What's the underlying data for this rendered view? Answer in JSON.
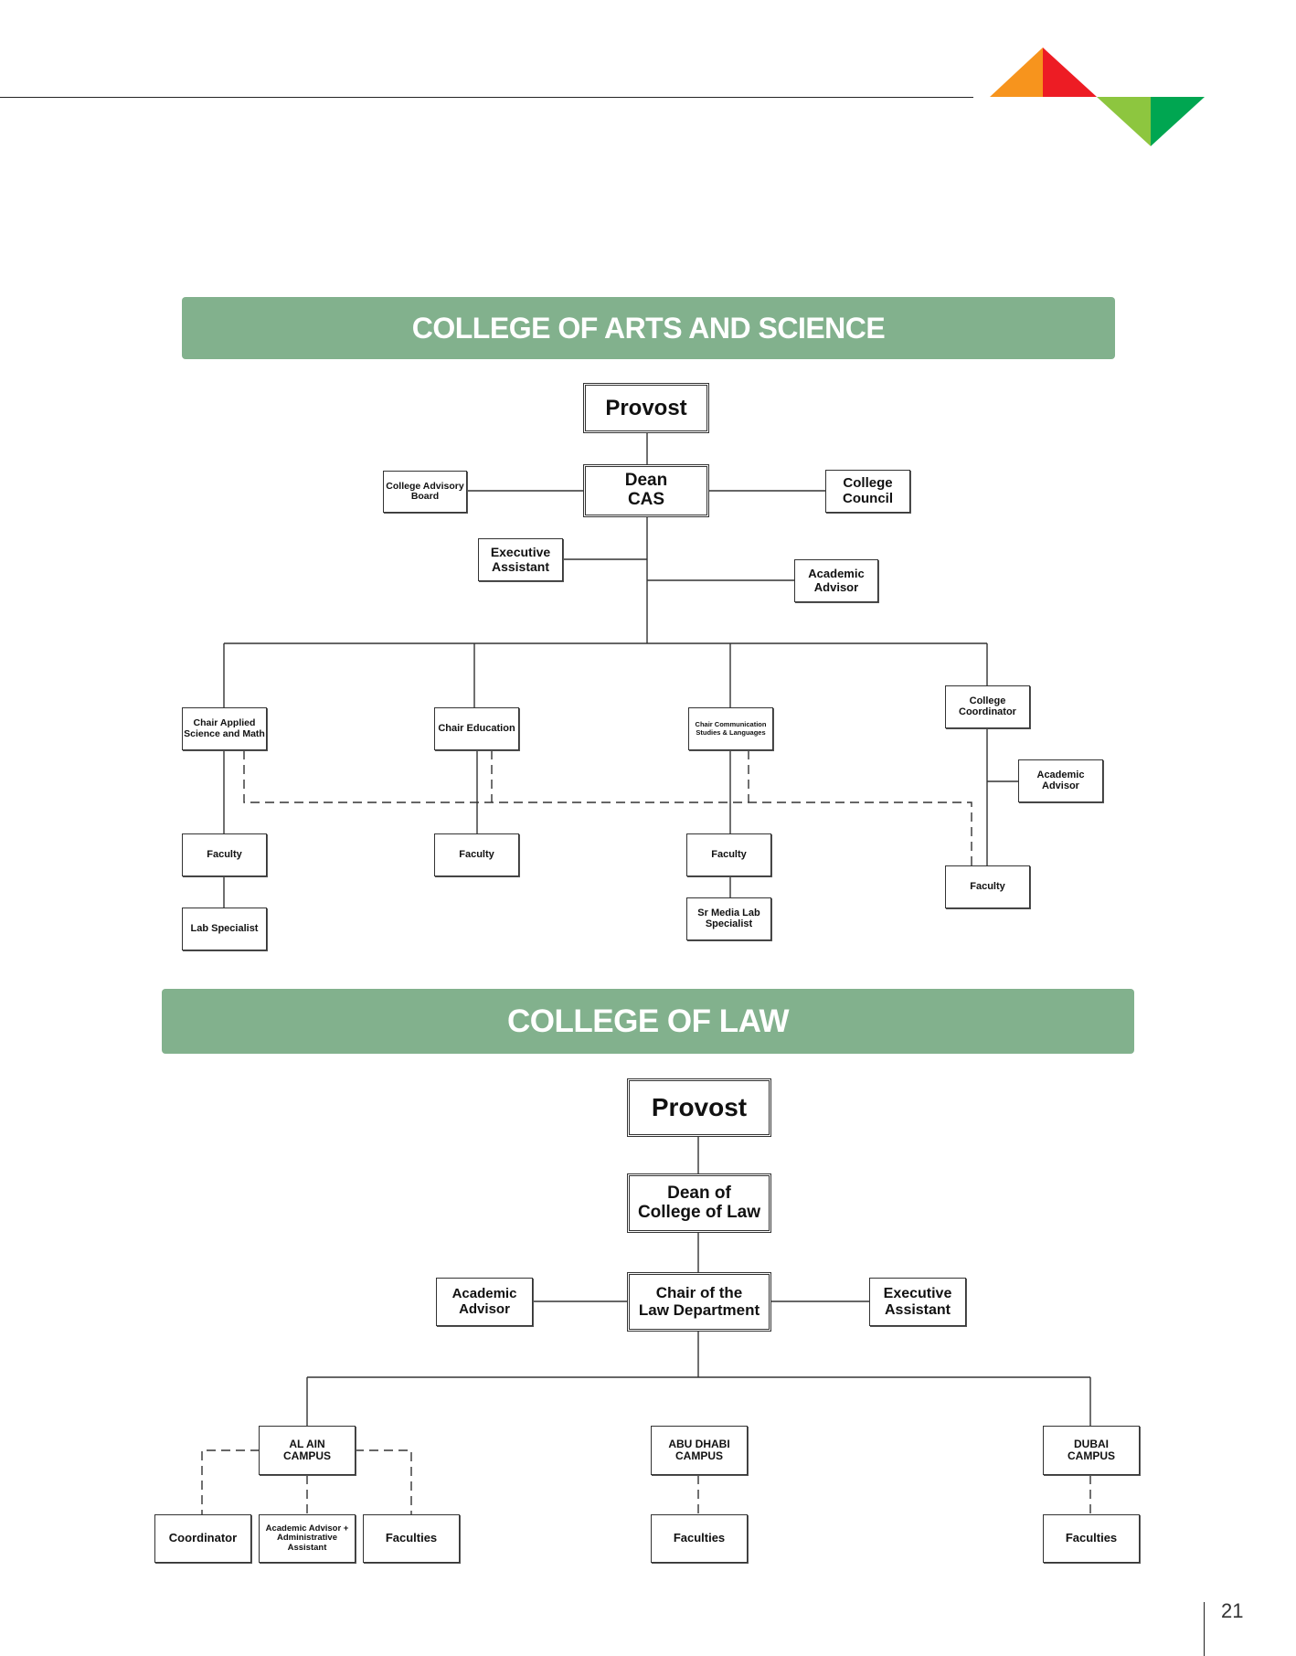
{
  "page_number": "21",
  "colors": {
    "banner": "#82b18d",
    "logo_orange": "#f7941d",
    "logo_red": "#ed1c24",
    "logo_light_green": "#8dc63f",
    "logo_green": "#00a651"
  },
  "cas": {
    "title": "COLLEGE OF ARTS AND SCIENCE",
    "provost": "Provost",
    "dean": "Dean\nCAS",
    "advisory_board": "College Advisory\nBoard",
    "council": "College\nCouncil",
    "exec_assistant": "Executive\nAssistant",
    "academic_advisor": "Academic\nAdvisor",
    "chair_applied": "Chair Applied\nScience and Math",
    "chair_education": "Chair Education",
    "chair_comm": "Chair Communication\nStudies & Languages",
    "coordinator": "College\nCoordinator",
    "coordinator_advisor": "Academic\nAdvisor",
    "faculty_applied": "Faculty",
    "faculty_education": "Faculty",
    "faculty_comm": "Faculty",
    "faculty_coord": "Faculty",
    "lab_specialist": "Lab Specialist",
    "media_lab": "Sr Media Lab\nSpecialist"
  },
  "law": {
    "title": "COLLEGE OF LAW",
    "provost": "Provost",
    "dean": "Dean of\nCollege of Law",
    "chair": "Chair of the\nLaw Department",
    "academic_advisor": "Academic\nAdvisor",
    "exec_assistant": "Executive\nAssistant",
    "al_ain": "AL AIN\nCAMPUS",
    "abu_dhabi": "ABU DHABI\nCAMPUS",
    "dubai": "DUBAI\nCAMPUS",
    "coordinator": "Coordinator",
    "advisor_admin": "Academic Advisor +\nAdministrative\nAssistant",
    "faculties_al_ain": "Faculties",
    "faculties_abu_dhabi": "Faculties",
    "faculties_dubai": "Faculties"
  }
}
